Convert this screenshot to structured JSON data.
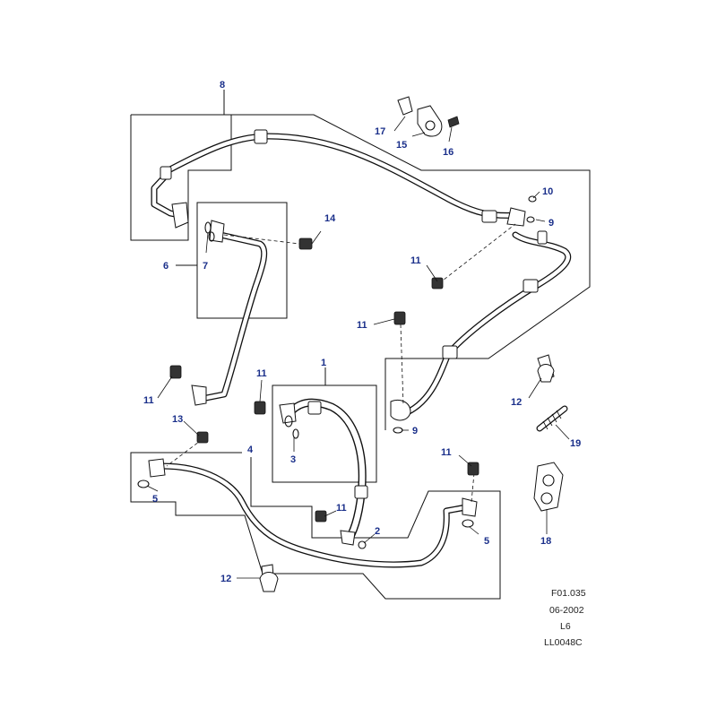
{
  "callouts": {
    "c1": "1",
    "c2": "2",
    "c3": "3",
    "c4": "4",
    "c5a": "5",
    "c5b": "5",
    "c6": "6",
    "c7": "7",
    "c8": "8",
    "c9a": "9",
    "c9b": "9",
    "c10": "10",
    "c11a": "11",
    "c11b": "11",
    "c11c": "11",
    "c11d": "11",
    "c11e": "11",
    "c11f": "11",
    "c12a": "12",
    "c12b": "12",
    "c13": "13",
    "c14": "14",
    "c15": "15",
    "c16": "16",
    "c17": "17",
    "c18": "18",
    "c19": "19"
  },
  "reference": {
    "figure": "F01.035",
    "date": "06-2002",
    "engine": "L6",
    "code": "LL0048C"
  }
}
